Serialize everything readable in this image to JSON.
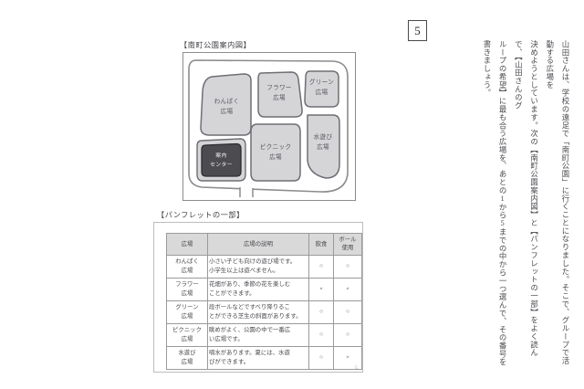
{
  "question": {
    "number": "5",
    "body_lines": [
      "山田さんは、学校の遠足で「南町公園」に行くことになりました。そこで、グループで活動する広場を",
      "決めようとしています。次の【南町公園案内図】と【パンフレットの一部】をよく読んで、【山田さんのグ",
      "ループの希望】に最も合う広場を、あとの1から5までの中から一つ選んで、その番号を書きましょう。"
    ]
  },
  "map": {
    "title": "【南町公園案内図】",
    "areas": [
      {
        "name": "わんぱく広場",
        "line1": "わんぱく",
        "line2": "広場"
      },
      {
        "name": "フラワー広場",
        "line1": "フラワー",
        "line2": "広場"
      },
      {
        "name": "グリーン広場",
        "line1": "グリーン",
        "line2": "広場"
      },
      {
        "name": "水遊び広場",
        "line1": "水遊び",
        "line2": "広場"
      },
      {
        "name": "ピクニック広場",
        "line1": "ピクニック",
        "line2": "広場"
      },
      {
        "name": "案内センター",
        "line1": "案内",
        "line2": "センター"
      }
    ],
    "colors": {
      "plaza_fill": "#d5d5d8",
      "plaza_stroke": "#6e6e74",
      "center_fill": "#4c4c50",
      "path_fill": "#ffffff",
      "frame_stroke": "#8c8c8c"
    }
  },
  "pamphlet": {
    "title": "【パンフレットの一部】",
    "columns": [
      "広場",
      "広場の説明",
      "飲食",
      "ボール\n使用"
    ],
    "col_headers": {
      "name": "広場",
      "desc": "広場の説明",
      "eat": "飲食",
      "ball_line1": "ボール",
      "ball_line2": "使用"
    },
    "rows": [
      {
        "name_l1": "わんぱく",
        "name_l2": "広場",
        "desc_l1": "小さい子ども向けの遊び場です。",
        "desc_l2": "小学生以上は遊べません。",
        "eat": "○",
        "ball": "○"
      },
      {
        "name_l1": "フラワー",
        "name_l2": "広場",
        "desc_l1": "花畑があり、季節の花を楽しむ",
        "desc_l2": "ことができます。",
        "eat": "×",
        "ball": "×"
      },
      {
        "name_l1": "グリーン",
        "name_l2": "広場",
        "desc_l1": "段ボールなどですべり降りるこ",
        "desc_l2": "とができる芝生の斜面があります。",
        "eat": "○",
        "ball": "○"
      },
      {
        "name_l1": "ピクニック",
        "name_l2": "広場",
        "desc_l1": "眺めがよく、公園の中で一番広",
        "desc_l2": "い広場です。",
        "eat": "○",
        "ball": "○"
      },
      {
        "name_l1": "水遊び",
        "name_l2": "広場",
        "desc_l1": "噴水があります。夏には、水遊",
        "desc_l2": "びができます。",
        "eat": "○",
        "ball": "×"
      }
    ]
  },
  "footer": {
    "page": "5"
  }
}
